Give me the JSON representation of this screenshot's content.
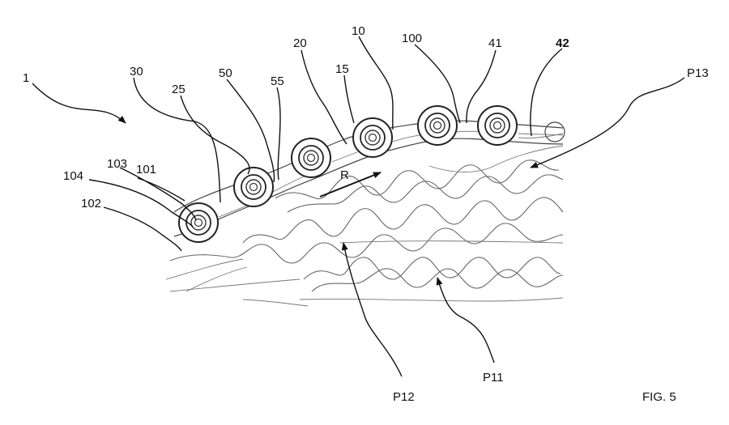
{
  "figure": {
    "caption": "FIG. 5",
    "rotation_arrow_label": "R",
    "labels": {
      "l1": "1",
      "l30": "30",
      "l25": "25",
      "l50": "50",
      "l55": "55",
      "l20": "20",
      "l10": "10",
      "l15": "15",
      "l100": "100",
      "l41": "41",
      "l42": "42",
      "lP13": "P13",
      "l104": "104",
      "l103": "103",
      "l101": "101",
      "l102": "102",
      "lP12": "P12",
      "lP11": "P11"
    }
  }
}
